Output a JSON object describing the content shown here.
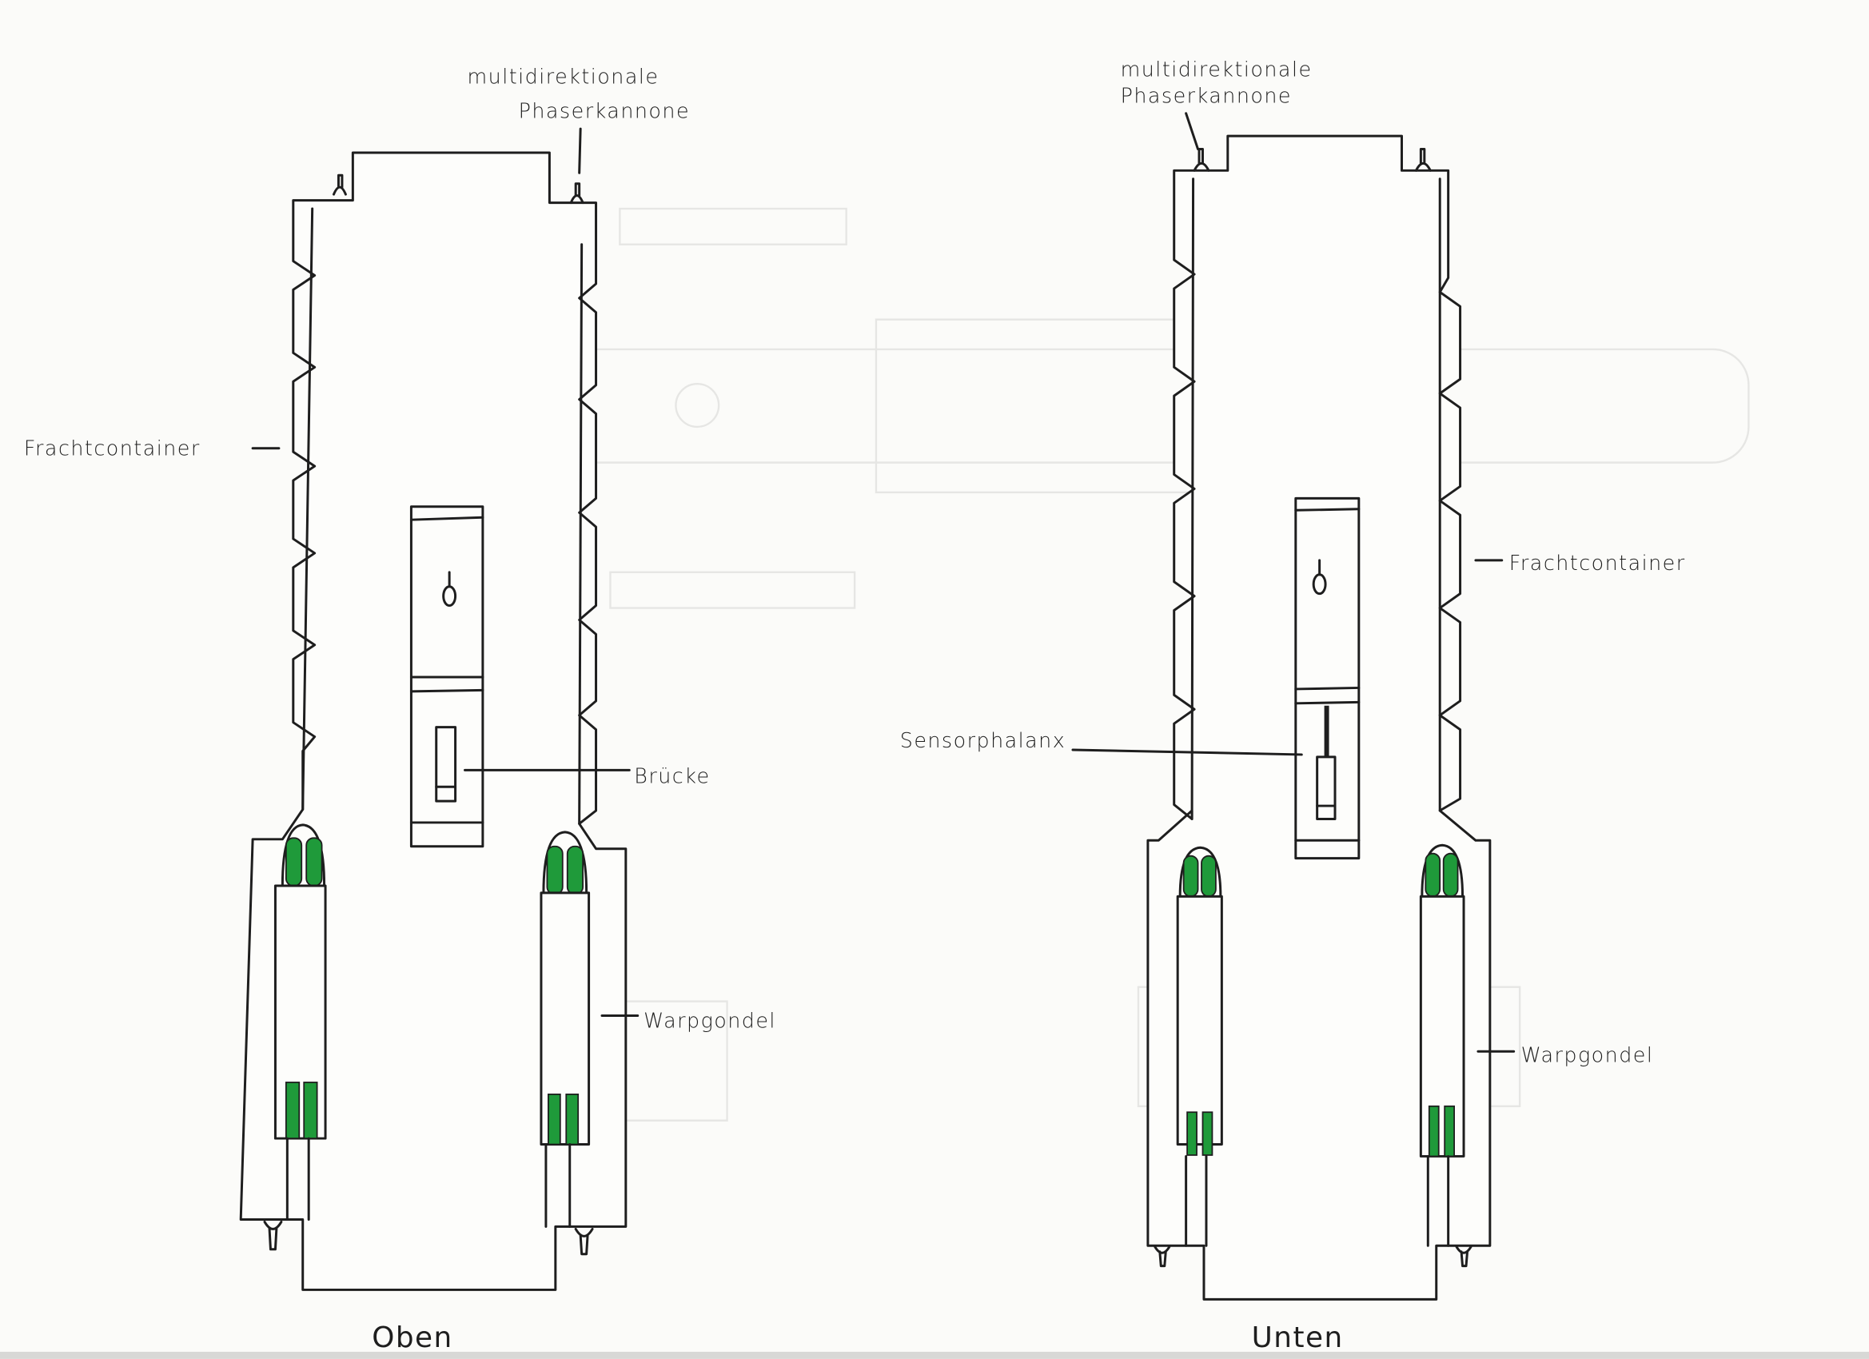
{
  "views": {
    "top": {
      "caption": "Oben",
      "labels": {
        "phaser_line1": "multidirektionale",
        "phaser_line2": "Phaserkannone",
        "cargo": "Frachtcontainer",
        "bridge": "Brücke",
        "warp": "Warpgondel"
      }
    },
    "bottom": {
      "caption": "Unten",
      "labels": {
        "phaser_line1": "multidirektionale",
        "phaser_line2": "Phaserkannone",
        "cargo": "Frachtcontainer",
        "sensor": "Sensorphalanx",
        "warp": "Warpgondel"
      }
    }
  },
  "colors": {
    "ink": "#1e1e1e",
    "nacelle_green": "#1f9a3a",
    "paper": "#fbfbf9"
  }
}
